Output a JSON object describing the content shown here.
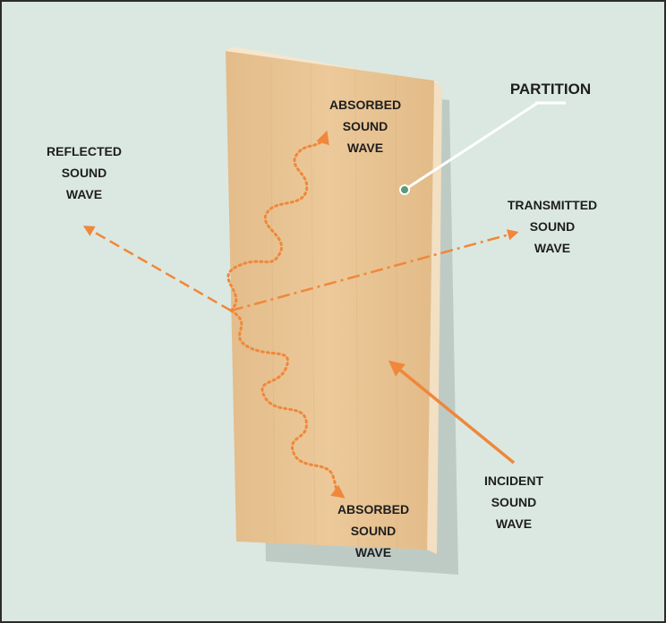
{
  "labels": {
    "partition": "PARTITION",
    "absorbed_top": [
      "ABSORBED",
      "SOUND",
      "WAVE"
    ],
    "reflected": [
      "REFLECTED",
      "SOUND",
      "WAVE"
    ],
    "transmitted": [
      "TRANSMITTED",
      "SOUND",
      "WAVE"
    ],
    "incident": [
      "INCIDENT",
      "SOUND",
      "WAVE"
    ],
    "absorbed_bottom": [
      "ABSORBED",
      "SOUND",
      "WAVE"
    ]
  },
  "colors": {
    "background": "#dbe8e1",
    "panel_front": "#e9c596",
    "panel_side": "#f2dcbc",
    "panel_shadow": "#b9c6bf",
    "arrow": "#f0873a",
    "callout_line": "#ffffff",
    "callout_dot": "#5a9a7a"
  }
}
